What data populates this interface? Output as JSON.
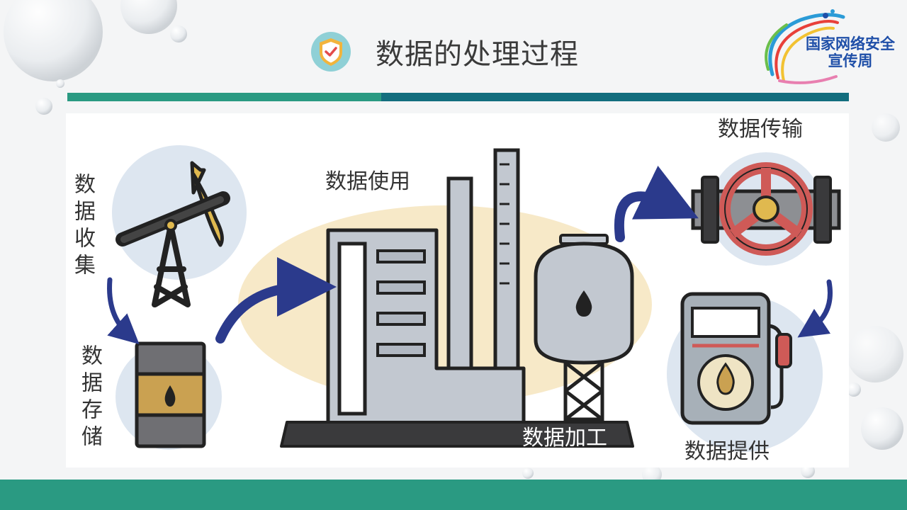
{
  "slide": {
    "title": "数据的处理过程",
    "logo_line1": "国家网络安全",
    "logo_line2": "宣传周"
  },
  "labels": {
    "collect": "数据收集",
    "store": "数据存储",
    "use": "数据使用",
    "process": "数据加工",
    "transfer": "数据传输",
    "provide": "数据提供"
  },
  "icons": {
    "title": "shield-check-icon",
    "collect": "oil-pump-icon",
    "store": "oil-barrel-icon",
    "use": "refinery-icon",
    "transfer": "pipe-valve-icon",
    "provide": "fuel-pump-icon"
  },
  "colors": {
    "accent_green": "#2a9a82",
    "accent_teal": "#136e7e",
    "arrow_navy": "#2b3a8c",
    "circle_blue": "#dde6f0",
    "ellipse_cream": "#f7e9c8",
    "gold": "#d9b25a",
    "valve_red": "#cf5a57"
  }
}
